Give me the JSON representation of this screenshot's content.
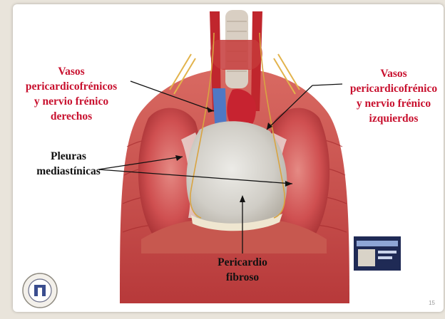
{
  "labels": {
    "left_vessels": [
      "Vasos",
      "pericardicofrénicos",
      "y nervio frénico",
      "derechos"
    ],
    "right_vessels": [
      "Vasos",
      "pericardicofrénico",
      "y nervio frénico",
      "izquierdos"
    ],
    "pleura": [
      "Pleuras",
      "mediastínicas"
    ],
    "pericardium": [
      "Pericardio",
      "fibroso"
    ]
  },
  "slide": {
    "page_number": "15"
  },
  "colors": {
    "label_red": "#c8102e",
    "label_black": "#111111",
    "lung": "#c9464a",
    "pericardium": "#d6d4cf",
    "nerve": "#d9a441"
  },
  "icons": {
    "logo": "university-seal-icon",
    "thumbnail": "book-cover-thumbnail"
  }
}
